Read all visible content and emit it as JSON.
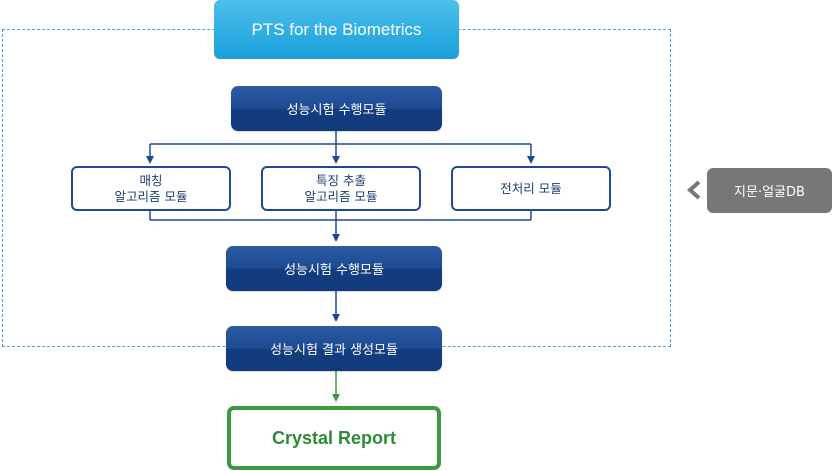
{
  "title": "PTS for the Biometrics",
  "modules": {
    "top": "성능시험 수행모듈",
    "middle": "성능시험 수행모듈",
    "result": "성능시험 결과 생성모듈"
  },
  "submodules": [
    {
      "line1": "매칭",
      "line2": "알고리즘 모듈"
    },
    {
      "line1": "특징 추출",
      "line2": "알고리즘 모듈"
    },
    {
      "line1": "전처리 모듈",
      "line2": ""
    }
  ],
  "output": "Crystal Report",
  "database": "지문·얼굴DB",
  "colors": {
    "frame": "#3fa6d6",
    "title": "#1a9fdb",
    "module": "#1d4a92",
    "connector": "#1d4a92",
    "output": "#3b9a42",
    "database": "#777777"
  }
}
